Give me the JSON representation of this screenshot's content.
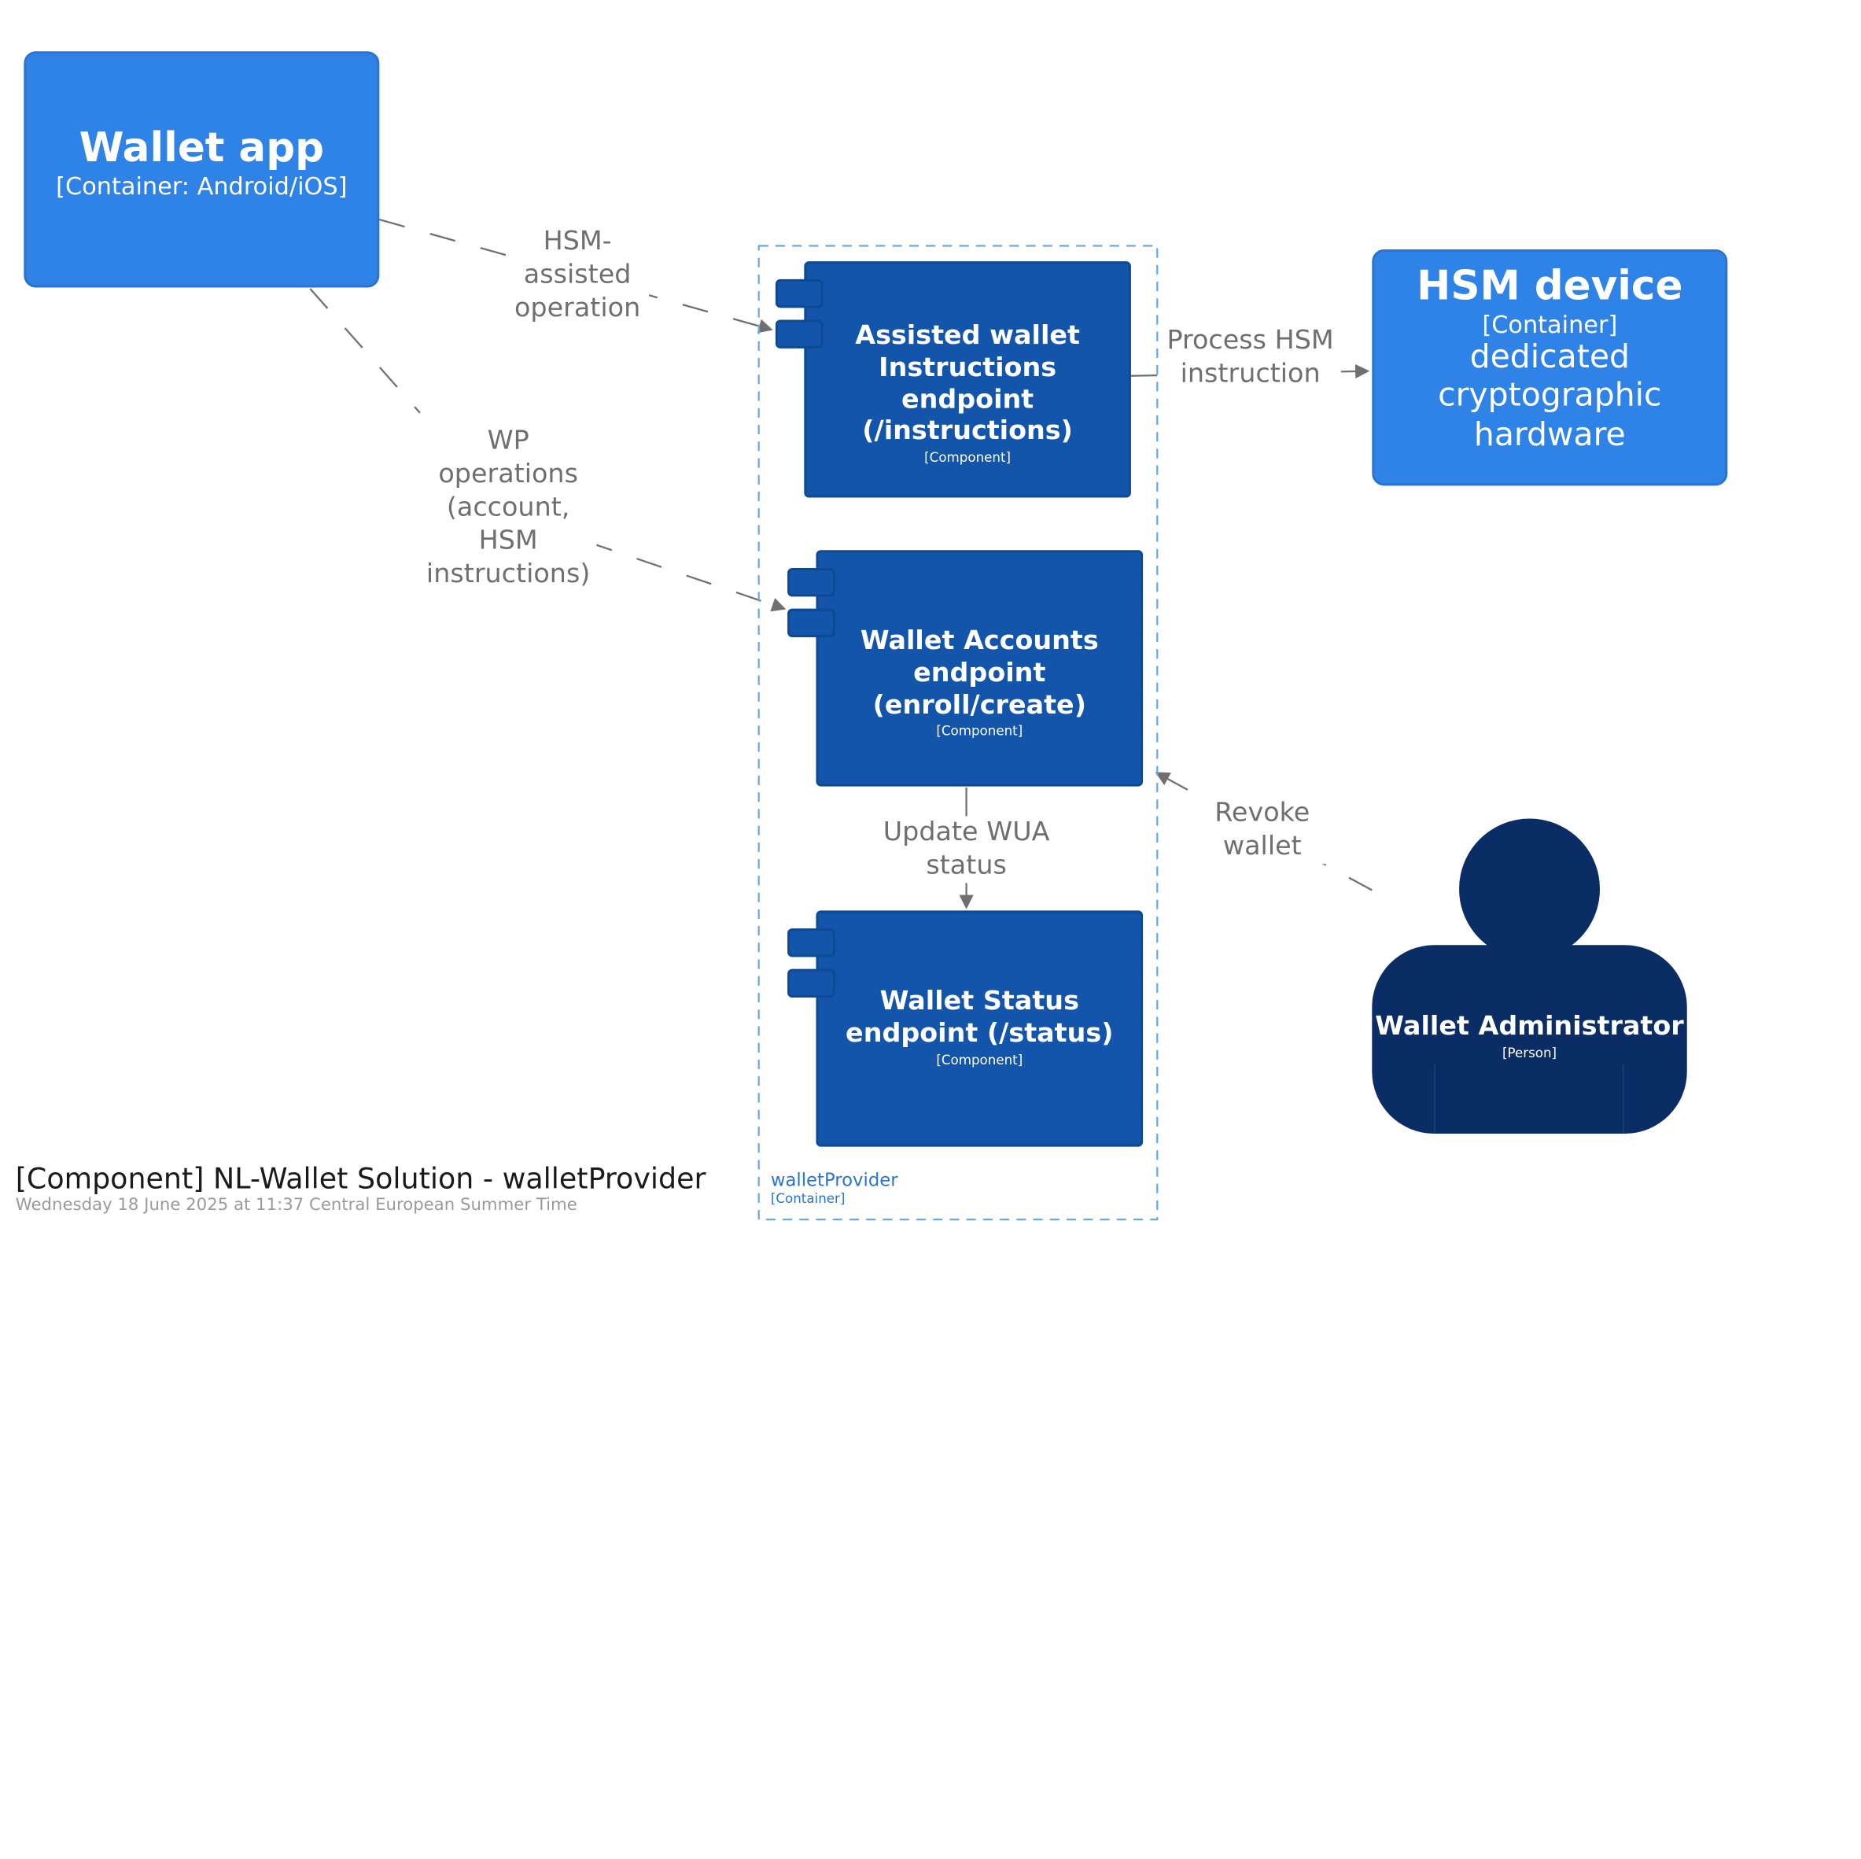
{
  "colors": {
    "container": "#2f83e7",
    "component": "#1255aa",
    "person": "#0b2d66",
    "edge": "#707070",
    "boundary": "#6aa8ea"
  },
  "nodes": {
    "wallet_app": {
      "title": "Wallet app",
      "meta": "[Container: Android/iOS]"
    },
    "hsm_device": {
      "title": "HSM device",
      "meta": "[Container]",
      "description": "dedicated cryptographic hardware"
    },
    "instructions": {
      "title": "Assisted wallet Instructions endpoint (/instructions)",
      "meta": "[Component]"
    },
    "accounts": {
      "title": "Wallet Accounts endpoint (enroll/create)",
      "meta": "[Component]"
    },
    "status": {
      "title": "Wallet Status endpoint (/status)",
      "meta": "[Component]"
    },
    "administrator": {
      "title": "Wallet Administrator",
      "meta": "[Person]"
    }
  },
  "boundary": {
    "name": "walletProvider",
    "meta": "[Container]"
  },
  "edges": [
    {
      "from": "wallet_app",
      "to": "instructions",
      "label": "HSM-assisted operation"
    },
    {
      "from": "wallet_app",
      "to": "accounts",
      "label": "WP operations (account, HSM instructions)"
    },
    {
      "from": "instructions",
      "to": "hsm_device",
      "label": "Process HSM instruction"
    },
    {
      "from": "accounts",
      "to": "status",
      "label": "Update WUA status"
    },
    {
      "from": "administrator",
      "to": "accounts",
      "label": "Revoke wallet"
    }
  ],
  "footer": {
    "title": "[Component] NL-Wallet Solution - walletProvider",
    "subtitle": "Wednesday 18 June 2025 at 11:37 Central European Summer Time"
  }
}
